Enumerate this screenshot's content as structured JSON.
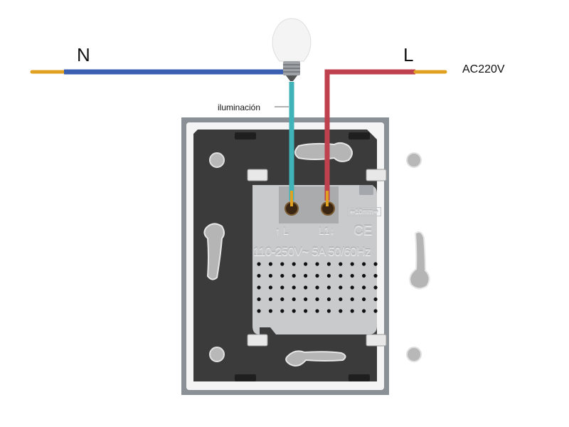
{
  "labels": {
    "neutral": "N",
    "live": "L",
    "supply": "AC220V",
    "lighting": "iluminación"
  },
  "module_markings": {
    "terminal_in": "↑ L",
    "terminal_out": "L1↓",
    "certification": "CE",
    "strip_length": "⇐10mm⇒",
    "rating": "110-250V~  5A 50/60Hz"
  },
  "colors": {
    "neutral_wire": "#3a5fb0",
    "live_wire": "#c0414e",
    "lighting_wire": "#3fb3b8",
    "copper": "#e0a020",
    "plate_dark": "#3a3a3a",
    "frame": "#8a9096",
    "module": "#c7c9cb"
  }
}
